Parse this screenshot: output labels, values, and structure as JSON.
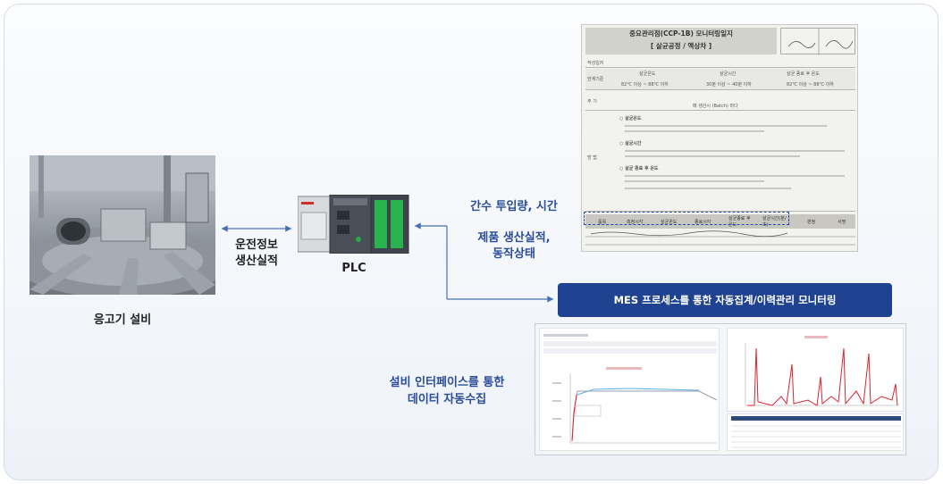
{
  "equipment": {
    "caption": "응고기 설비"
  },
  "link_left": {
    "line1": "운전정보",
    "line2": "생산실적"
  },
  "plc": {
    "caption": "PLC"
  },
  "link_top": {
    "line1": "간수 투입량, 시간"
  },
  "link_mid": {
    "line1": "제품 생산실적,",
    "line2": "동작상태"
  },
  "mes": {
    "label": "MES 프로세스를 통한 자동집계/이력관리 모니터링"
  },
  "interface_note": {
    "line1": "설비 인터페이스를 통한",
    "line2": "데이터 자동수집"
  },
  "document": {
    "title": "중요관리점(CCP-1B) 모니터링일지",
    "subtitle": "[ 살균공정 / 액상차 ]",
    "row_labels": [
      "작성일자",
      "한계기준",
      "주 기",
      "방 법"
    ],
    "col_labels": [
      "살균온도",
      "살균시간",
      "살균 종료 후 온도"
    ],
    "limits": [
      "82℃ 이상 ~ 88℃ 이하",
      "30분 이상 ~ 40분 이하",
      "82℃ 이상 ~ 88℃ 이하"
    ],
    "cycle": "매 생산시 (Batch) 마다",
    "method_items": [
      "○ 살균온도",
      "○ 살균시간",
      "○ 살균 종료 후 온도"
    ],
    "table_headers": [
      "품목",
      "측정시각",
      "살균온도",
      "종료시각",
      "살균종료 후 온도",
      "살균시간(분/초)",
      "판정",
      "서명"
    ]
  },
  "colors": {
    "accent": "#1f4391",
    "blue_text": "#2a4d9b",
    "arrow": "#4a6fb4",
    "chart_red": "#d9232f",
    "chart_blue": "#5ab0e6"
  }
}
